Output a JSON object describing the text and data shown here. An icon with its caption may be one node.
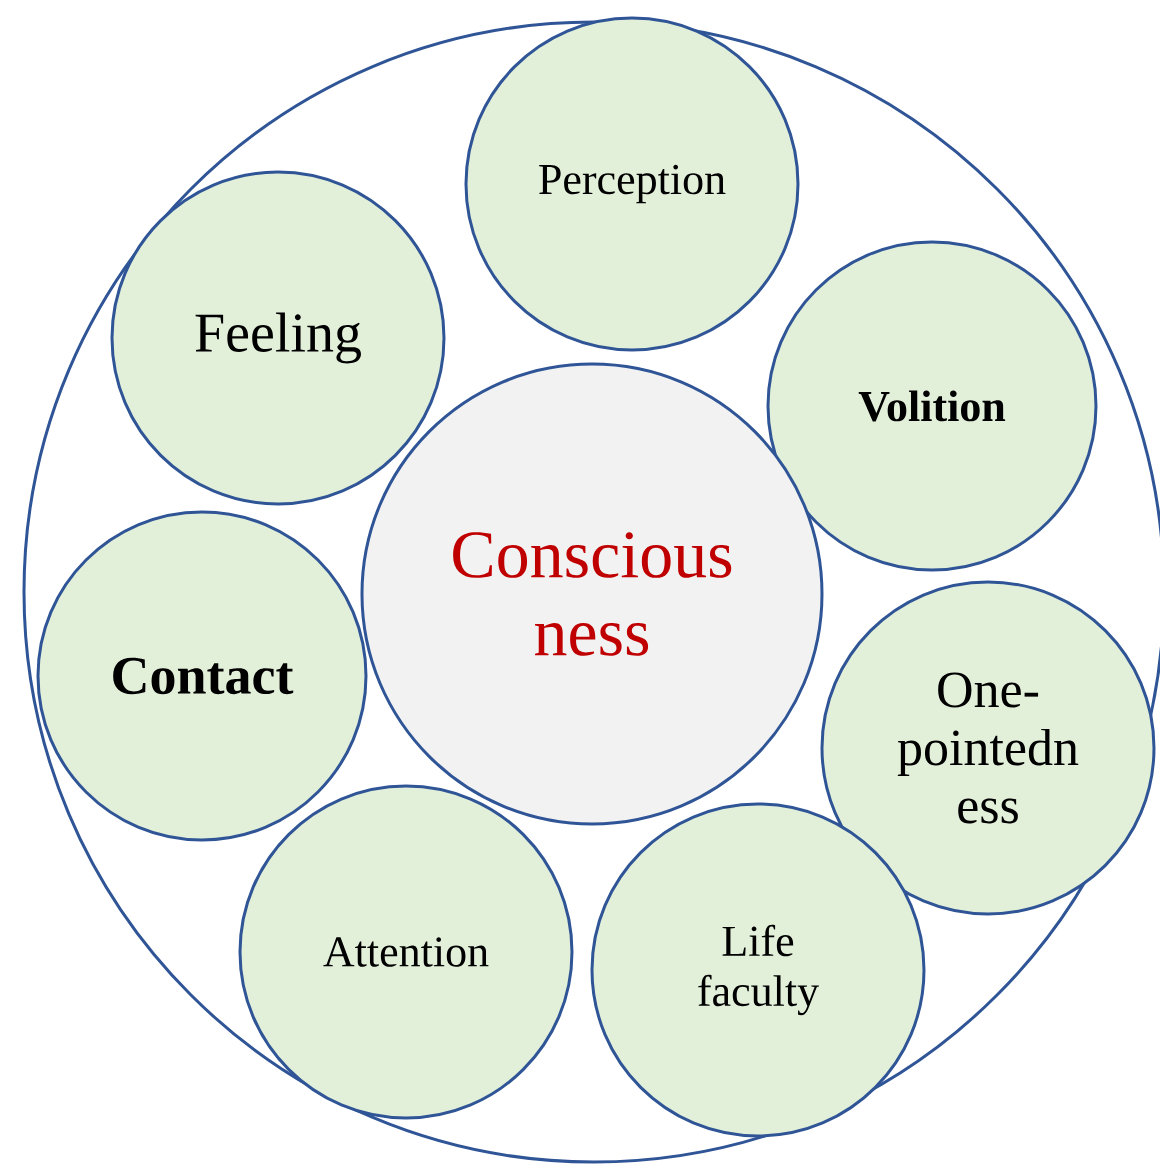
{
  "diagram": {
    "nodes": [
      {
        "text": [],
        "shape": "circle"
      },
      {
        "text": [
          "Perception"
        ],
        "in": 0
      },
      {
        "text": [
          "Feeling"
        ],
        "in": 0
      },
      {
        "text": [
          "Volition"
        ],
        "in": 0
      },
      {
        "text": [
          "Conscious ness"
        ],
        "in": 0
      },
      {
        "text": [
          "Contact"
        ],
        "in": 0
      },
      {
        "text": [
          "One- pointedn ess"
        ],
        "in": 0
      },
      {
        "text": [
          "Attention"
        ],
        "in": 0
      },
      {
        "text": [
          "Life faculty"
        ],
        "in": 0
      }
    ]
  }
}
